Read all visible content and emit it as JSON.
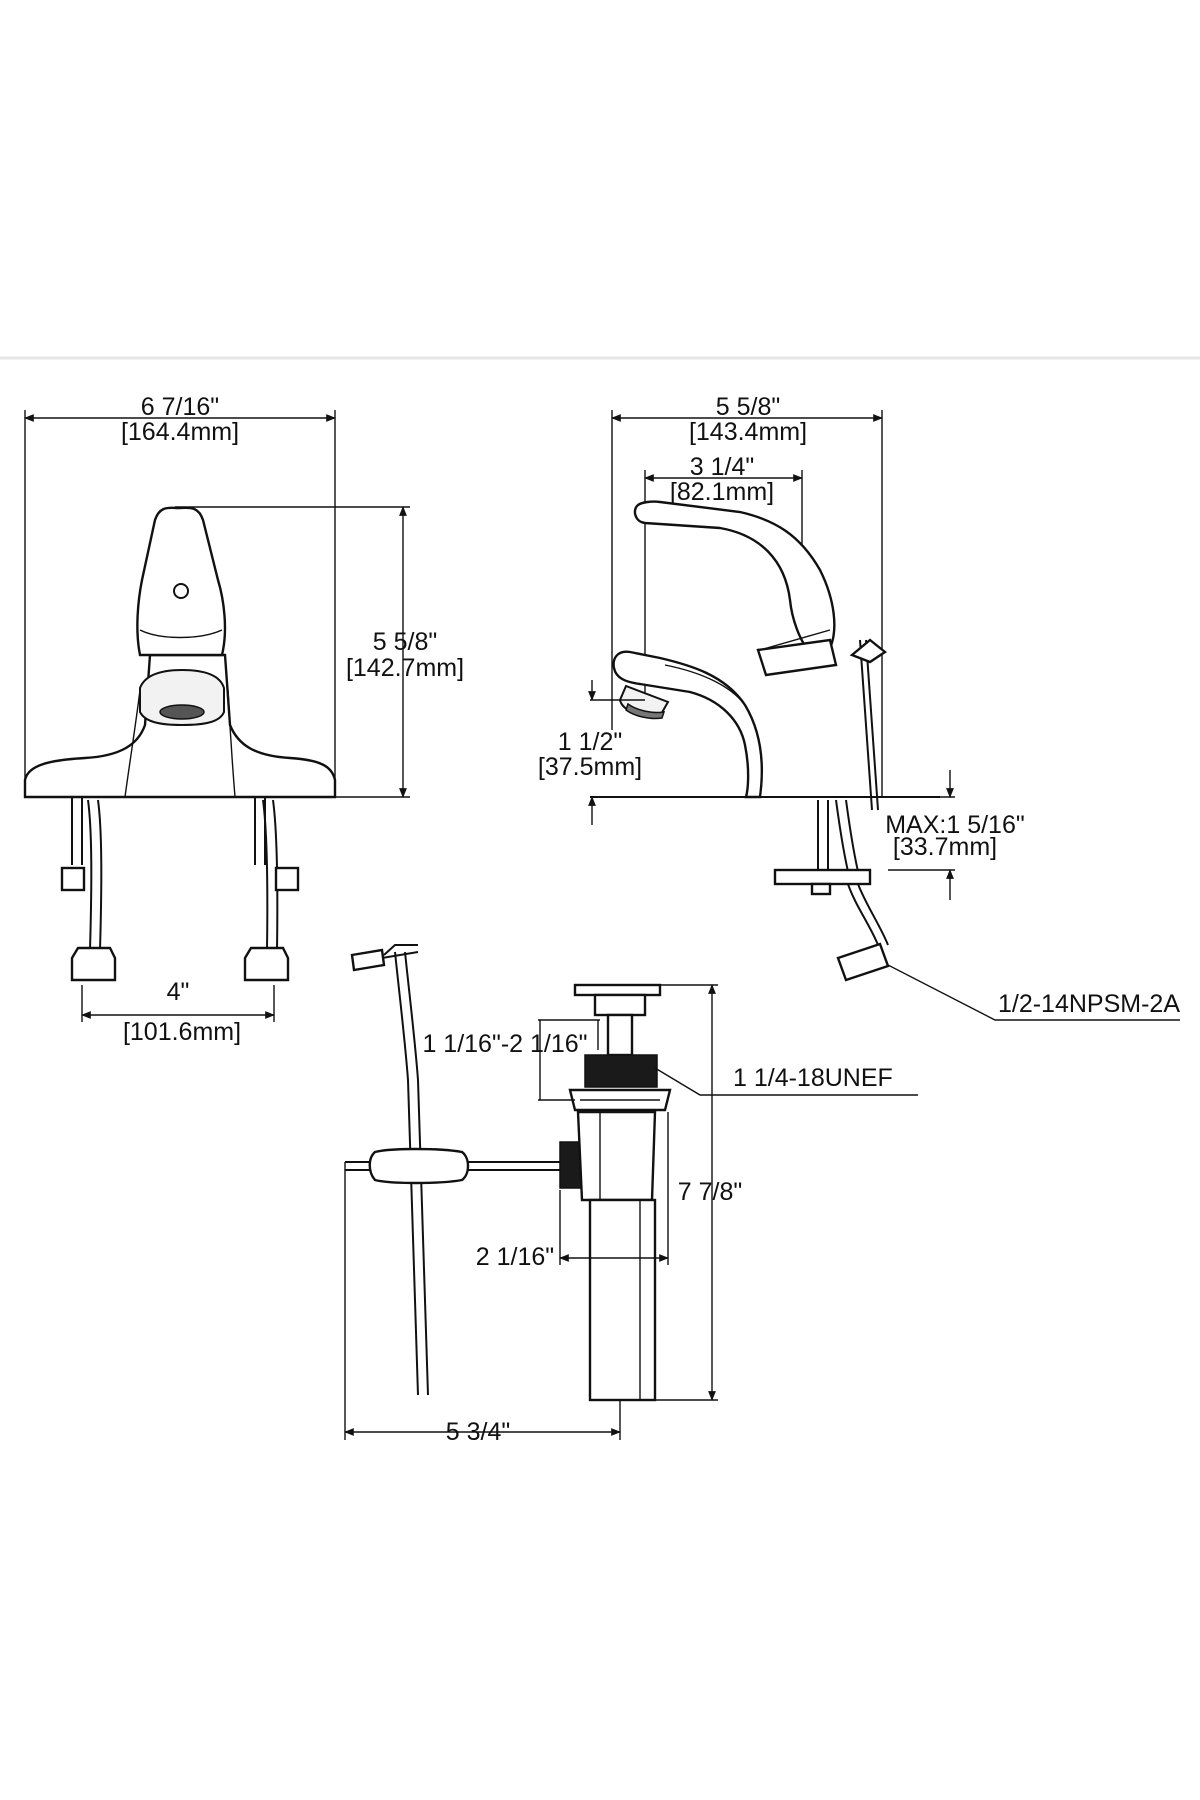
{
  "dimensions": {
    "front_width": {
      "imperial": "6 7/16\"",
      "metric": "[164.4mm]"
    },
    "front_height": {
      "imperial": "5 5/8\"",
      "metric": "[142.7mm]"
    },
    "front_spacing": {
      "imperial": "4\"",
      "metric": "[101.6mm]"
    },
    "side_depth": {
      "imperial": "5 5/8\"",
      "metric": "[143.4mm]"
    },
    "side_spout_reach": {
      "imperial": "3 1/4\"",
      "metric": "[82.1mm]"
    },
    "side_spout_height": {
      "imperial": "1 1/2\"",
      "metric": "[37.5mm]"
    },
    "side_deck_max": {
      "imperial": "MAX:1 5/16\"",
      "metric": "[33.7mm]"
    },
    "drain_adjust": "1 1/16\"-2 1/16\"",
    "drain_height": "7 7/8\"",
    "drain_body": "2 1/16\"",
    "drain_rod": "5 3/4\""
  },
  "callouts": {
    "supply_thread": "1/2-14NPSM-2A",
    "drain_thread": "1 1/4-18UNEF"
  },
  "colors": {
    "line": "#111111",
    "background": "#ffffff"
  }
}
